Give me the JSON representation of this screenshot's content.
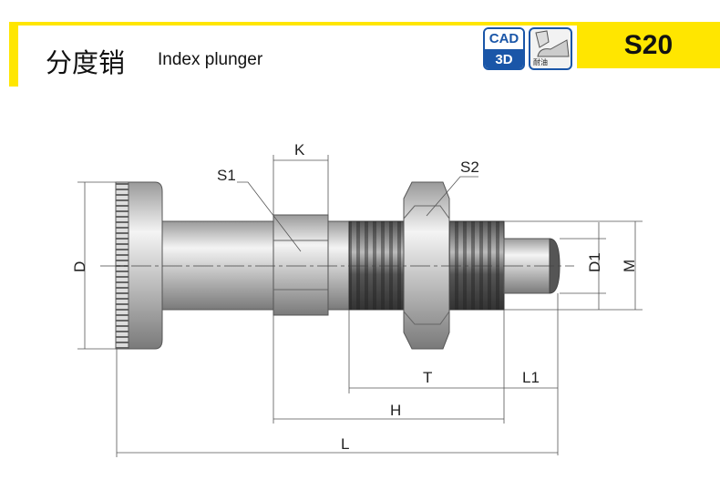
{
  "header": {
    "title_cn": "分度销",
    "title_en": "Index plunger",
    "code": "S20",
    "badges": {
      "cad_top": "CAD",
      "cad_bottom": "3D",
      "oil_label": "耐油"
    }
  },
  "dimensions": {
    "D": "D",
    "K": "K",
    "S1": "S1",
    "S2": "S2",
    "D1": "D1",
    "M": "M",
    "T": "T",
    "L1": "L1",
    "H": "H",
    "L": "L"
  },
  "colors": {
    "accent": "#ffe600",
    "badge": "#1a56a8"
  }
}
